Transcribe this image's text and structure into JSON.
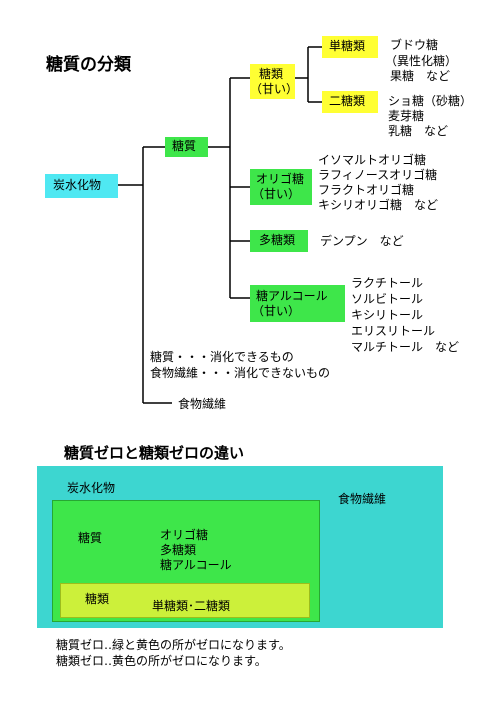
{
  "title": "糖質の分類",
  "nodes": {
    "carbohydrate": "炭水化物",
    "sugar_content": "糖質",
    "sugars": [
      "糖類",
      "（甘い）"
    ],
    "mono": "単糖類",
    "mono_examples": [
      "ブドウ糖",
      "（異性化糖）",
      "果糖　など"
    ],
    "di": "二糖類",
    "di_examples": [
      "ショ糖（砂糖）",
      "麦芽糖",
      "乳糖　など"
    ],
    "oligo": [
      "オリゴ糖",
      "（甘い）"
    ],
    "oligo_examples": [
      "イソマルトオリゴ糖",
      "ラフィノースオリゴ糖",
      "フラクトオリゴ糖",
      "キシリオリゴ糖　など"
    ],
    "poly": "多糖類",
    "poly_examples": "デンプン　など",
    "sugar_alcohol": [
      "糖アルコール",
      "（甘い）"
    ],
    "sugar_alcohol_examples": [
      "ラクチトール",
      "ソルビトール",
      "キシリトール",
      "エリスリトール",
      "マルチトール　など"
    ],
    "definitions": [
      "糖質・・・消化できるもの",
      "食物繊維・・・消化できないもの"
    ],
    "fiber": "食物繊維"
  },
  "comparison": {
    "title": "糖質ゼロと糖類ゼロの違い",
    "outer_label": "炭水化物",
    "fiber_label": "食物繊維",
    "green_label": "糖質",
    "green_items": [
      "オリゴ糖",
      "多糖類",
      "糖アルコール"
    ],
    "yellow_label": "糖類",
    "yellow_items": "単糖類･二糖類"
  },
  "notes": [
    "糖質ゼロ‥緑と黄色の所がゼロになります。",
    "糖類ゼロ‥黄色の所がゼロになります。"
  ],
  "colors": {
    "yellow": "#ffff33",
    "green": "#3ee64a",
    "cyan": "#4fe8f2",
    "teal": "#3dd6d0",
    "lime": "#ccf03a"
  }
}
